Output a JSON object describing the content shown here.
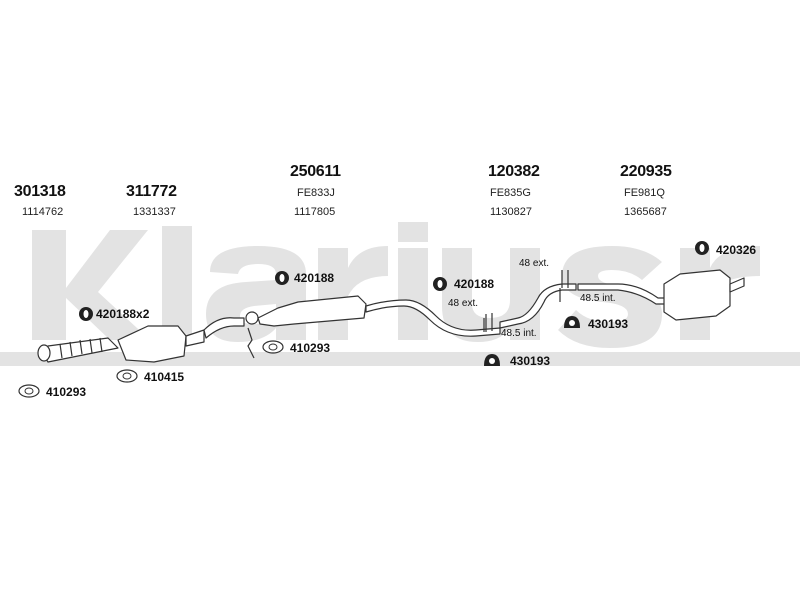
{
  "watermark": "Klarius",
  "headers": [
    {
      "number": "301318",
      "code": "1114762"
    },
    {
      "number": "311772",
      "code": "1331337"
    },
    {
      "number": "250611",
      "code": "FE833J",
      "code2": "1117805"
    },
    {
      "number": "120382",
      "code": "FE835G",
      "code2": "1130827"
    },
    {
      "number": "220935",
      "code": "FE981Q",
      "code2": "1365687"
    }
  ],
  "parts": [
    {
      "label": "420188x2",
      "icon": "rubber-hanger-icon"
    },
    {
      "label": "420188",
      "icon": "rubber-hanger-icon"
    },
    {
      "label": "410293",
      "icon": "gasket-ring-icon"
    },
    {
      "label": "410415",
      "icon": "gasket-ring-icon"
    },
    {
      "label": "410293",
      "icon": "gasket-ring-icon"
    },
    {
      "label": "420188",
      "icon": "rubber-hanger-icon"
    },
    {
      "label": "430193",
      "icon": "rubber-mount-icon"
    },
    {
      "label": "430193",
      "icon": "rubber-mount-icon"
    },
    {
      "label": "420326",
      "icon": "rubber-hanger-icon"
    }
  ],
  "notes": [
    {
      "text": "48 ext."
    },
    {
      "text": "48 ext."
    },
    {
      "text": "48.5 int."
    },
    {
      "text": "48.5 int."
    }
  ],
  "colors": {
    "watermark": "#e3e3e3",
    "line": "#333333",
    "pipe_fill": "#ffffff"
  }
}
